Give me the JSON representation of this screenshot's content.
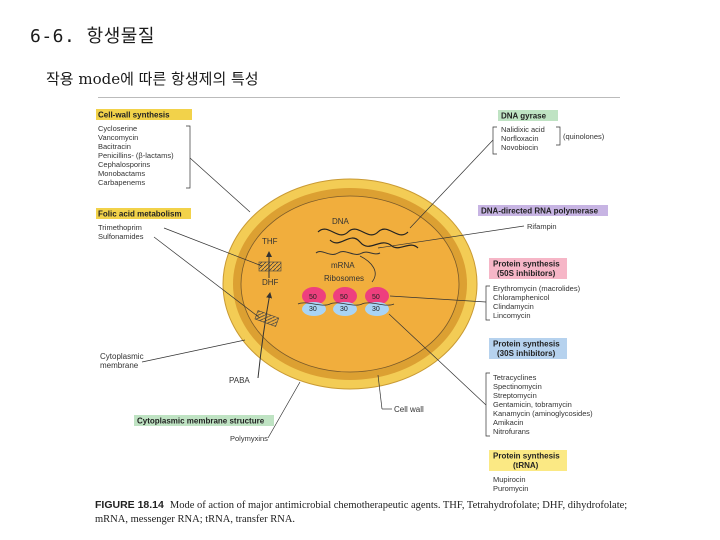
{
  "slide": {
    "title": "6-6. 항생물질",
    "subtitle": "작용 mode에 따른 항생제의 특성"
  },
  "groups": {
    "cell_wall": {
      "title": "Cell-wall synthesis",
      "items": [
        "Cycloserine",
        "Vancomycin",
        "Bacitracin",
        "Penicillins- (β-lactams)",
        "Cephalosporins",
        "Monobactams",
        "Carbapenems"
      ]
    },
    "folic": {
      "title": "Folic acid metabolism",
      "items": [
        "Trimethoprim",
        "Sulfonamides"
      ]
    },
    "membrane": {
      "title": "Cytoplasmic membrane structure",
      "items": [
        "Polymyxins"
      ]
    },
    "gyrase": {
      "title": "DNA gyrase",
      "items": [
        "Nalidixic acid",
        "Norfloxacin",
        "Novobiocin"
      ],
      "note": "(quinolones)"
    },
    "rna_pol": {
      "title": "DNA-directed RNA polymerase",
      "items": [
        "Rifampin"
      ]
    },
    "p50s": {
      "title_1": "Protein synthesis",
      "title_2": "(50S inhibitors)",
      "items": [
        "Erythromycin (macrolides)",
        "Chloramphenicol",
        "Clindamycin",
        "Lincomycin"
      ]
    },
    "p30s": {
      "title_1": "Protein synthesis",
      "title_2": "(30S inhibitors)",
      "items": [
        "Tetracyclines",
        "Spectinomycin",
        "Streptomycin",
        "Gentamicin, tobramycin",
        "Kanamycin (aminoglycosides)",
        "Amikacin",
        "Nitrofurans"
      ]
    },
    "trna": {
      "title_1": "Protein synthesis",
      "title_2": "(tRNA)",
      "items": [
        "Mupirocin",
        "Puromycin"
      ]
    }
  },
  "cell": {
    "dna": "DNA",
    "mrna": "mRNA",
    "ribosomes": "Ribosomes",
    "thf": "THF",
    "dhf": "DHF",
    "paba": "PABA",
    "cytoplasmic_membrane_1": "Cytoplasmic",
    "cytoplasmic_membrane_2": "membrane",
    "cell_wall": "Cell wall",
    "ribo_large": [
      "50",
      "50",
      "50"
    ],
    "ribo_small": [
      "30",
      "30",
      "30"
    ]
  },
  "caption": {
    "head": "FIGURE 18.14",
    "text": "Mode of action of major antimicrobial chemotherapeutic agents. THF, Tetrahydrofolate; DHF, dihydrofolate; mRNA, messenger RNA; tRNA, transfer RNA."
  },
  "colors": {
    "cell_outer": "#f3cc55",
    "cell_wall": "#dca032",
    "cytoplasm": "#f1ae3d",
    "label_gold": "#f2d24a",
    "label_green": "#bfe3c3",
    "label_purple": "#c7b4e3",
    "label_pink": "#f6b6c7",
    "label_blue": "#b6d2ee",
    "label_yellow": "#fbe984",
    "ribo_large": "#ee3f7e",
    "ribo_small": "#a9d4f5"
  }
}
